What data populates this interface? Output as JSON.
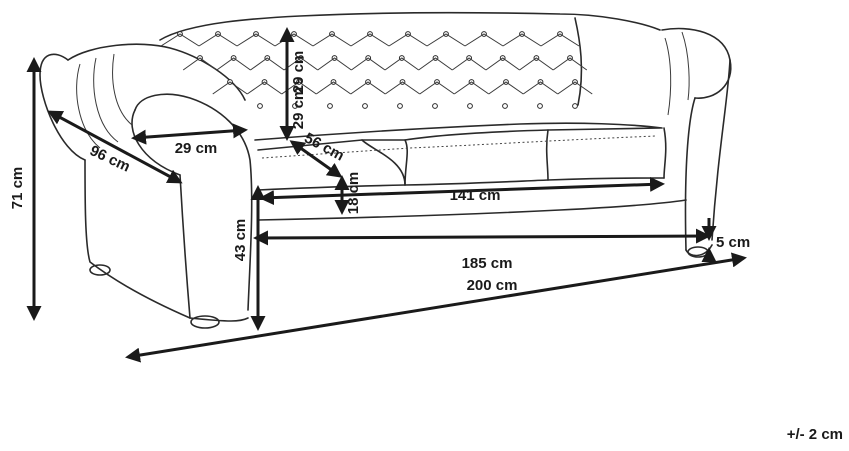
{
  "dimensions": {
    "total_height": "71 cm",
    "depth": "96 cm",
    "arm_width": "29 cm",
    "back_height": "29 cm",
    "seat_depth": "56 cm",
    "cushion_height": "18 cm",
    "seat_width": "141 cm",
    "seat_height": "43 cm",
    "inner_width": "185 cm",
    "total_width": "200 cm",
    "leg_height": "5 cm"
  },
  "tolerance": "+/- 2 cm"
}
